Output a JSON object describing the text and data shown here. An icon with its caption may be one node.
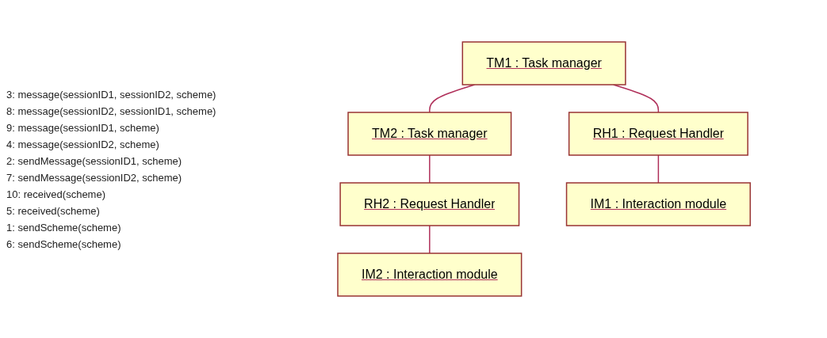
{
  "diagram": {
    "nodes": [
      {
        "text": [
          "TM1 : Task manager"
        ]
      },
      {
        "text": [
          "TM2 : Task manager"
        ]
      },
      {
        "text": [
          "RH1 : Request Handler"
        ]
      },
      {
        "text": [
          "RH2 : Request Handler"
        ]
      },
      {
        "text": [
          "IM1 : Interaction module"
        ]
      },
      {
        "text": [
          "IM2 : Interaction module"
        ]
      }
    ],
    "edges": [
      {
        "from": 0,
        "to": 1,
        "arrow": "none"
      },
      {
        "from": 0,
        "to": 2,
        "arrow": "none"
      },
      {
        "from": 2,
        "to": 4,
        "arrow": "none"
      },
      {
        "from": 1,
        "to": 3,
        "arrow": "none"
      },
      {
        "from": 3,
        "to": 5,
        "arrow": "none"
      }
    ],
    "labels": [
      "3: message(sessionID1, sessionID2, scheme)",
      "8: message(sessionID2, sessionID1, scheme)",
      "9: message(sessionID1, scheme)",
      "4: message(sessionID2, scheme)",
      "2: sendMessage(sessionID1, scheme)",
      "7: sendMessage(sessionID2, scheme)",
      "10: received(scheme)",
      "5: received(scheme)",
      "1: sendScheme(scheme)",
      "6: sendScheme(scheme)"
    ]
  }
}
